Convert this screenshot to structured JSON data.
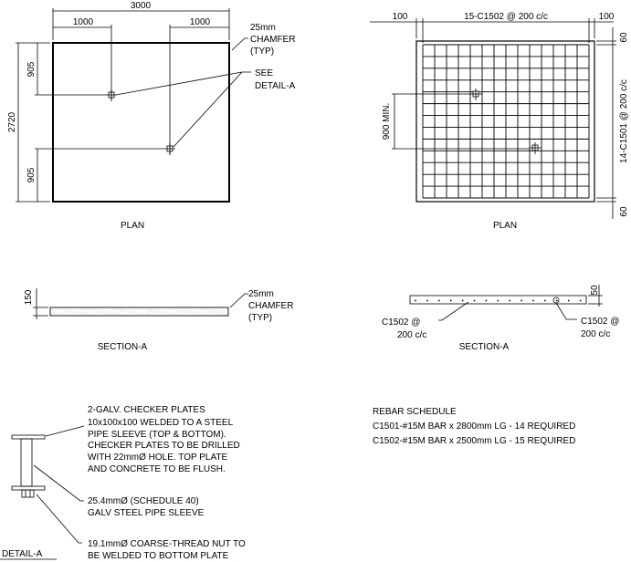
{
  "plan_left": {
    "overall_width": "3000",
    "left_offset": "1000",
    "right_offset": "1000",
    "overall_height": "2720",
    "top_offset": "905",
    "bottom_offset": "905",
    "chamfer_note": [
      "25mm",
      "CHAMFER",
      "(TYP)"
    ],
    "detail_note": [
      "SEE",
      "DETAIL-A"
    ],
    "title": "PLAN"
  },
  "plan_right": {
    "left_cover": "100",
    "top_bars": "15-C1502 @ 200 c/c",
    "right_cover": "100",
    "top_cover": "60",
    "side_bars": "14-C1501 @ 200 c/c",
    "bottom_cover": "60",
    "sleeve_spacing": "900 MIN.",
    "title": "PLAN"
  },
  "section_left": {
    "thickness": "150",
    "chamfer_note": [
      "25mm",
      "CHAMFER",
      "(TYP)"
    ],
    "title": "SECTION-A"
  },
  "section_right": {
    "cover": "50",
    "left_note": [
      "C1502 @",
      "200 c/c"
    ],
    "right_note": [
      "C1502 @",
      "200 c/c"
    ],
    "title": "SECTION-A"
  },
  "rebar_schedule": {
    "title": "REBAR SCHEDULE",
    "rows": [
      "C1501-#15M BAR x 2800mm LG - 14 REQUIRED",
      "C1502-#15M BAR x 2500mm LG - 15 REQUIRED"
    ]
  },
  "detail": {
    "title": "DETAIL-A",
    "plate_note": [
      "2-GALV. CHECKER PLATES",
      "10x100x100 WELDED TO A STEEL",
      "PIPE SLEEVE (TOP & BOTTOM).",
      "CHECKER PLATES TO BE DRILLED",
      "WITH 22mmØ HOLE. TOP PLATE",
      "AND CONCRETE TO BE FLUSH."
    ],
    "sleeve_note": [
      "25.4mmØ (SCHEDULE 40)",
      "GALV STEEL PIPE SLEEVE"
    ],
    "nut_note": [
      "19.1mmØ COARSE-THREAD NUT TO",
      "BE WELDED TO BOTTOM PLATE"
    ]
  }
}
